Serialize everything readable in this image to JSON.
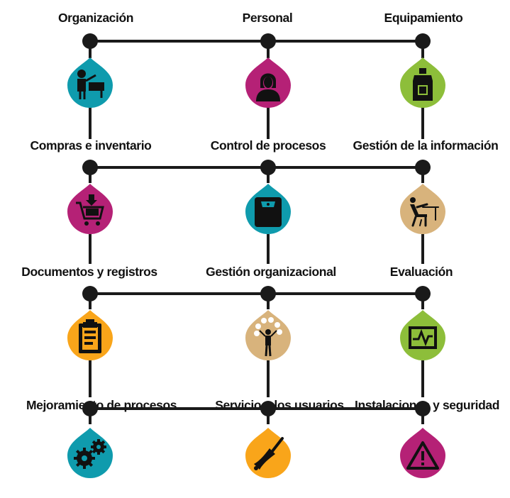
{
  "colors": {
    "teal": "#0f9bad",
    "magenta": "#b52176",
    "green": "#8dbe3a",
    "tan": "#d8b37c",
    "orange": "#f9a51a",
    "line": "#1a1a1a"
  },
  "rows": [
    {
      "labels": [
        "Organización",
        "Personal",
        "Equipamiento"
      ],
      "icons": [
        {
          "name": "teacher-presentation-icon",
          "color": "teal"
        },
        {
          "name": "person-icon",
          "color": "magenta"
        },
        {
          "name": "bottle-icon",
          "color": "green"
        }
      ]
    },
    {
      "labels": [
        "Compras e inventario",
        "Control de procesos",
        "Gestión de la información"
      ],
      "icons": [
        {
          "name": "shopping-cart-icon",
          "color": "magenta"
        },
        {
          "name": "scale-icon",
          "color": "teal"
        },
        {
          "name": "person-at-computer-icon",
          "color": "tan"
        }
      ]
    },
    {
      "labels": [
        "Documentos y registros",
        "Gestión organizacional",
        "Evaluación"
      ],
      "icons": [
        {
          "name": "clipboard-icon",
          "color": "orange"
        },
        {
          "name": "juggler-icon",
          "color": "tan"
        },
        {
          "name": "monitor-pulse-icon",
          "color": "green"
        }
      ]
    },
    {
      "labels": [
        "Mejoramiento de procesos",
        "Servicio a los usuarios",
        "Instalaciones y seguridad"
      ],
      "icons": [
        {
          "name": "gears-icon",
          "color": "teal"
        },
        {
          "name": "bell-icon",
          "color": "orange"
        },
        {
          "name": "warning-icon",
          "color": "magenta"
        }
      ]
    }
  ]
}
